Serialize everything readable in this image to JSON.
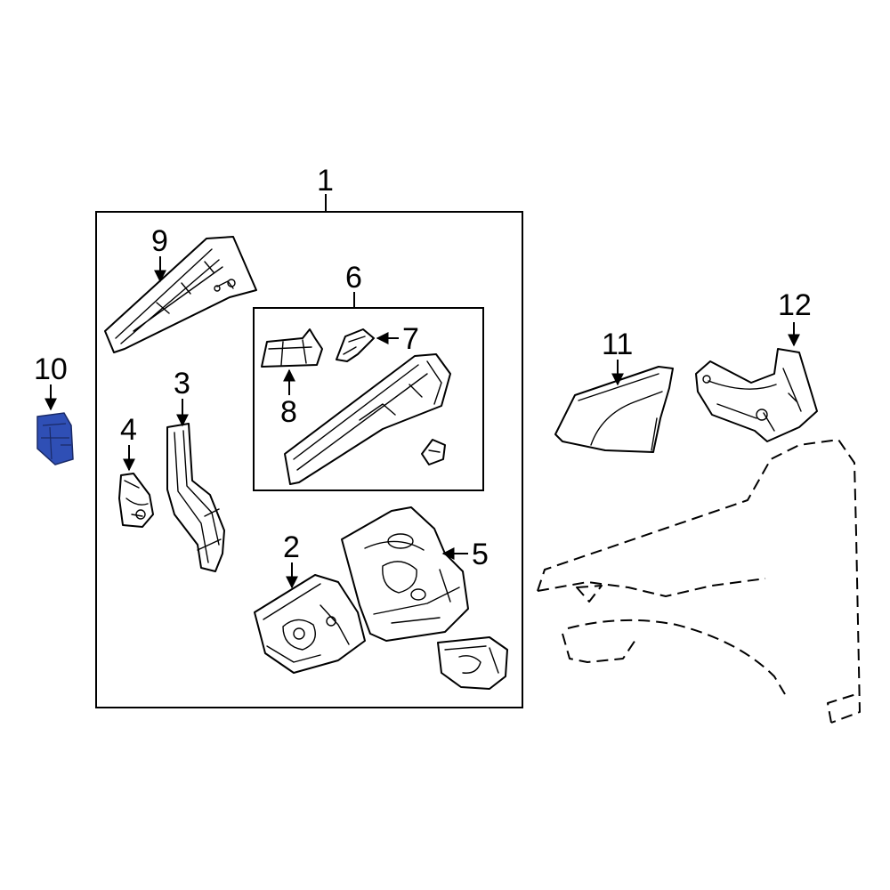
{
  "highlight_color": "#2f4fb5",
  "callouts": {
    "n1": "1",
    "n2": "2",
    "n3": "3",
    "n4": "4",
    "n5": "5",
    "n6": "6",
    "n7": "7",
    "n8": "8",
    "n9": "9",
    "n10": "10",
    "n11": "11",
    "n12": "12"
  }
}
